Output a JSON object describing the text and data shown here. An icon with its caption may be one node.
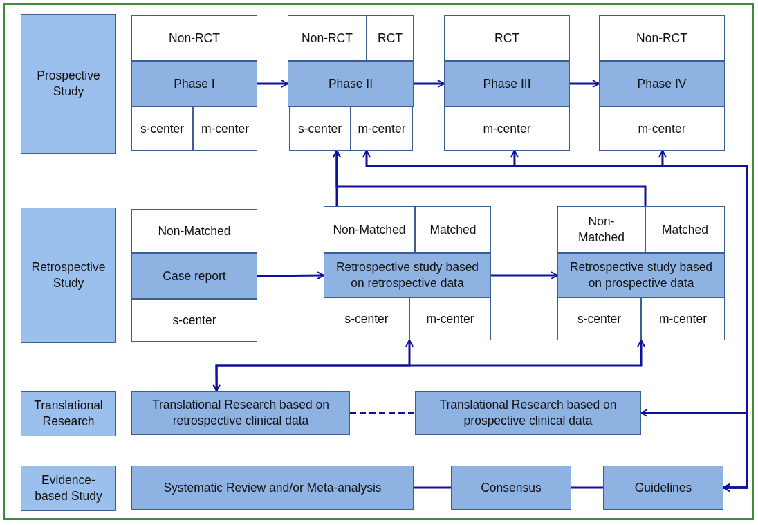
{
  "diagram": {
    "nodes": [
      {
        "text": [
          "Prospective Study"
        ]
      },
      {
        "text": [
          "Retrospective Study"
        ]
      },
      {
        "text": [
          "Translational Research"
        ]
      },
      {
        "text": [
          "Evidence-based Study"
        ]
      },
      {
        "text": [
          "Non-RCT"
        ]
      },
      {
        "text": [
          "Phase I"
        ]
      },
      {
        "text": [
          "s-center"
        ]
      },
      {
        "text": [
          "m-center"
        ]
      },
      {
        "text": [
          "Non-RCT"
        ]
      },
      {
        "text": [
          "RCT"
        ]
      },
      {
        "text": [
          "Phase II"
        ]
      },
      {
        "text": [
          "s-center"
        ]
      },
      {
        "text": [
          "m-center"
        ]
      },
      {
        "text": [
          "RCT"
        ]
      },
      {
        "text": [
          "Phase III"
        ]
      },
      {
        "text": [
          "m-center"
        ]
      },
      {
        "text": [
          "Non-RCT"
        ]
      },
      {
        "text": [
          "Phase IV"
        ]
      },
      {
        "text": [
          "m-center"
        ]
      },
      {
        "text": [
          "Non-Matched"
        ]
      },
      {
        "text": [
          "Case report"
        ]
      },
      {
        "text": [
          "s-center"
        ]
      },
      {
        "text": [
          "Non-Matched"
        ]
      },
      {
        "text": [
          "Matched"
        ]
      },
      {
        "text": [
          "Retrospective study based on retrospective data"
        ]
      },
      {
        "text": [
          "s-center"
        ]
      },
      {
        "text": [
          "m-center"
        ]
      },
      {
        "text": [
          "Non- Matched"
        ]
      },
      {
        "text": [
          "Matched"
        ]
      },
      {
        "text": [
          "Retrospective study based on prospective data"
        ]
      },
      {
        "text": [
          "s-center"
        ]
      },
      {
        "text": [
          "m-center"
        ]
      },
      {
        "text": [
          "Translational Research based on retrospective clinical data"
        ]
      },
      {
        "text": [
          "Translational Research based on prospective clinical data"
        ]
      },
      {
        "text": [
          "Systematic Review and/or Meta-analysis"
        ]
      },
      {
        "text": [
          "Consensus"
        ]
      },
      {
        "text": [
          "Guidelines"
        ]
      }
    ],
    "edges": [
      {
        "from": 5,
        "to": 10,
        "arrow": "to"
      },
      {
        "from": 10,
        "to": 14,
        "arrow": "to"
      },
      {
        "from": 14,
        "to": 17,
        "arrow": "to"
      },
      {
        "from": 20,
        "to": 24,
        "arrow": "to"
      },
      {
        "from": 24,
        "to": 29,
        "arrow": "to"
      },
      {
        "from": 22,
        "to": 11,
        "arrow": "to"
      },
      {
        "from": 27,
        "to": 11,
        "arrow": "to"
      },
      {
        "from": 36,
        "to": 12,
        "arrow": "both"
      },
      {
        "from": 36,
        "to": 15,
        "arrow": "both"
      },
      {
        "from": 36,
        "to": 18,
        "arrow": "both"
      },
      {
        "from": 36,
        "to": 33,
        "arrow": "both"
      },
      {
        "from": 32,
        "to": 25,
        "arrow": "both"
      },
      {
        "from": 32,
        "to": 30,
        "arrow": "both"
      },
      {
        "from": 32,
        "to": 33,
        "arrow": "none",
        "style": "dashed"
      },
      {
        "from": 34,
        "to": 35,
        "arrow": "none"
      },
      {
        "from": 35,
        "to": 36,
        "arrow": "none"
      }
    ]
  }
}
